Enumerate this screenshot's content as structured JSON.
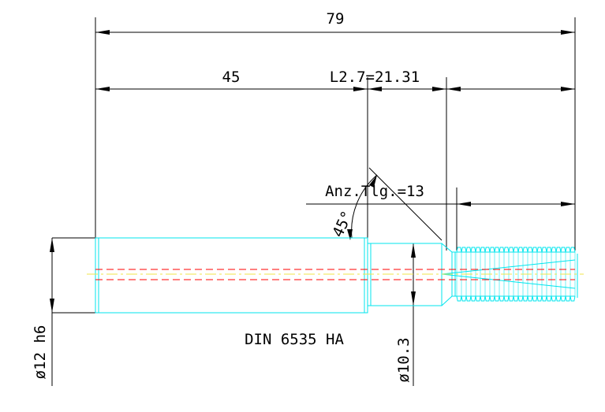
{
  "drawing": {
    "dimensions": {
      "total_length": "79",
      "shank_length": "45",
      "thread_length": "L2.7=21.31",
      "chamfer_angle": "45°",
      "thread_count": "Anz.Tlg.=13",
      "shank_diameter": "ø12 h6",
      "neck_diameter": "ø10.3"
    },
    "standard": "DIN 6535 HA",
    "colors": {
      "dimension_lines": "#000000",
      "tool_outline": "#00e5ee",
      "coolant_channel": "#ff0000",
      "center_line": "#f1e64a"
    }
  }
}
